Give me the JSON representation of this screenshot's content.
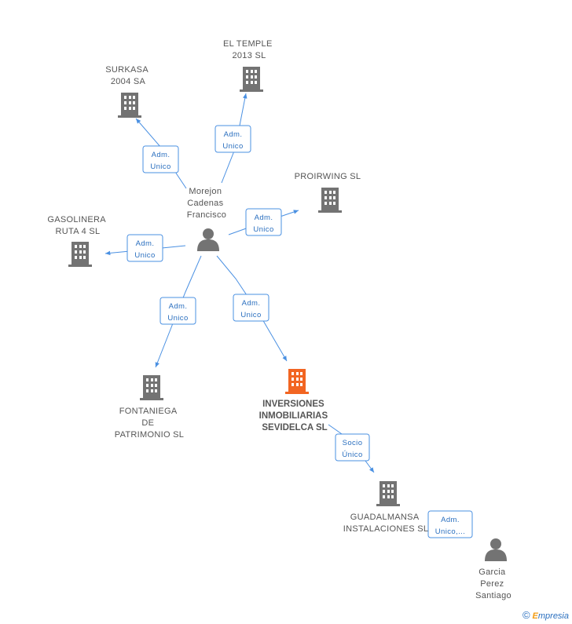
{
  "nodes": {
    "person_main": {
      "lines": [
        "Morejon",
        "Cadenas",
        "Francisco"
      ]
    },
    "el_temple": {
      "lines": [
        "EL TEMPLE",
        "2013 SL"
      ]
    },
    "surkasa": {
      "lines": [
        "SURKASA",
        "2004 SA"
      ]
    },
    "proirwing": {
      "lines": [
        "PROIRWING SL"
      ]
    },
    "gasolinera": {
      "lines": [
        "GASOLINERA",
        "RUTA 4 SL"
      ]
    },
    "fontaniega": {
      "lines": [
        "FONTANIEGA",
        "DE",
        "PATRIMONIO SL"
      ]
    },
    "inversiones": {
      "lines": [
        "INVERSIONES",
        "INMOBILIARIAS",
        "SEVIDELCA SL"
      ]
    },
    "guadalmansa": {
      "lines": [
        "GUADALMANSA",
        "INSTALACIONES SL"
      ]
    },
    "person_garcia": {
      "lines": [
        "Garcia",
        "Perez",
        "Santiago"
      ]
    }
  },
  "edges": [
    {
      "id": "e_temple",
      "badge": [
        "Adm.",
        "Unico"
      ]
    },
    {
      "id": "e_surkasa",
      "badge": [
        "Adm.",
        "Unico"
      ]
    },
    {
      "id": "e_proirwing",
      "badge": [
        "Adm.",
        "Unico"
      ]
    },
    {
      "id": "e_gasolinera",
      "badge": [
        "Adm.",
        "Unico"
      ]
    },
    {
      "id": "e_fontaniega",
      "badge": [
        "Adm.",
        "Unico"
      ]
    },
    {
      "id": "e_inversiones",
      "badge": [
        "Adm.",
        "Unico"
      ]
    },
    {
      "id": "e_guadalmansa",
      "badge": [
        "Socio",
        "Único"
      ]
    },
    {
      "id": "e_garcia",
      "badge": [
        "Adm.",
        "Unico,..."
      ]
    }
  ],
  "colors": {
    "building": "#737373",
    "building_main": "#f26522",
    "person": "#737373",
    "edge": "#4a90e2"
  },
  "footer": {
    "copyright": "©",
    "brand_initial": "E",
    "brand_rest": "mpresia"
  }
}
